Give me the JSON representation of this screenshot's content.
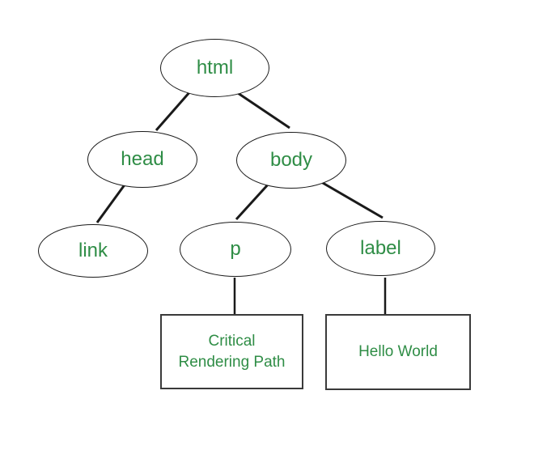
{
  "diagram": {
    "title_semantic": "DOM tree diagram",
    "colors": {
      "text_green": "#2f8d46",
      "edge_line": "#1a1a1a",
      "box_border": "#3a3a3a",
      "background": "#ffffff"
    },
    "nodes": {
      "html": {
        "label": "html"
      },
      "head": {
        "label": "head"
      },
      "body": {
        "label": "body"
      },
      "link": {
        "label": "link"
      },
      "p": {
        "label": "p"
      },
      "label": {
        "label": "label"
      }
    },
    "edges": [
      {
        "from": "html",
        "to": "head"
      },
      {
        "from": "html",
        "to": "body"
      },
      {
        "from": "head",
        "to": "link"
      },
      {
        "from": "body",
        "to": "p"
      },
      {
        "from": "body",
        "to": "label"
      },
      {
        "from": "p",
        "to": "critical-rendering-path-box"
      },
      {
        "from": "label",
        "to": "hello-world-box"
      }
    ],
    "text_boxes": {
      "crp": {
        "line1": "Critical",
        "line2": "Rendering Path"
      },
      "hello": {
        "label": "Hello World"
      }
    }
  }
}
